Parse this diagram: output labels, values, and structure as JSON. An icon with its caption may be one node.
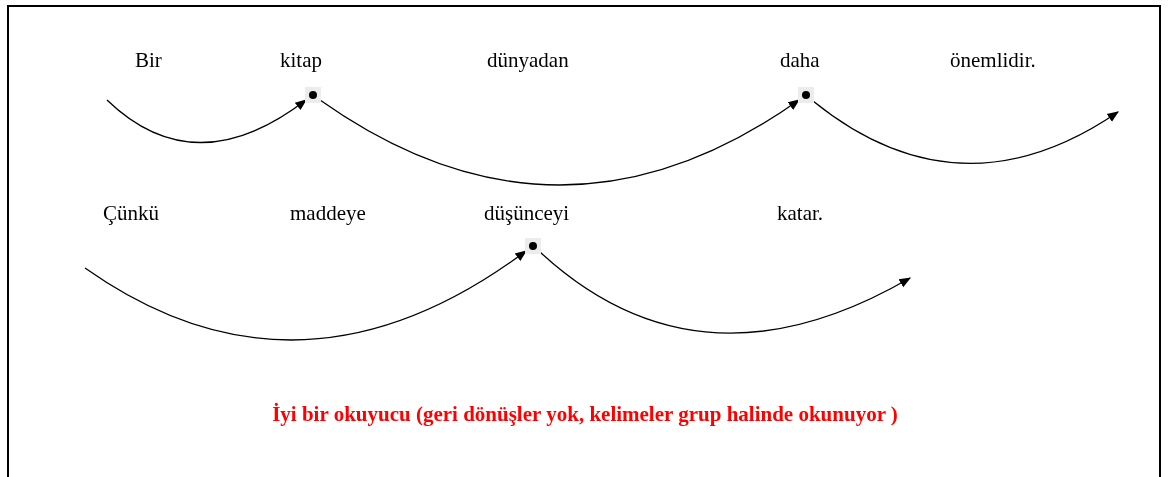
{
  "diagram": {
    "caption": "İyi bir okuyucu (geri dönüşler yok, kelimeler grup halinde okunuyor )",
    "nodes": [
      {
        "text": [],
        "shape": "circle"
      },
      {
        "text": [],
        "shape": "circle"
      },
      {
        "text": [],
        "shape": "circle"
      }
    ],
    "edges": [
      {
        "from": null,
        "to": 0,
        "arrow": "to"
      },
      {
        "from": 0,
        "to": 1,
        "arrow": "to"
      },
      {
        "from": 1,
        "to": null,
        "arrow": "to"
      },
      {
        "from": null,
        "to": 2,
        "arrow": "to"
      },
      {
        "from": 2,
        "to": null,
        "arrow": "to"
      }
    ],
    "labels": [
      "Bir",
      "kitap",
      "dünyadan",
      "daha",
      "önemlidir.",
      "Çünkü",
      "maddeye",
      "düşünceyi",
      "katar."
    ]
  }
}
